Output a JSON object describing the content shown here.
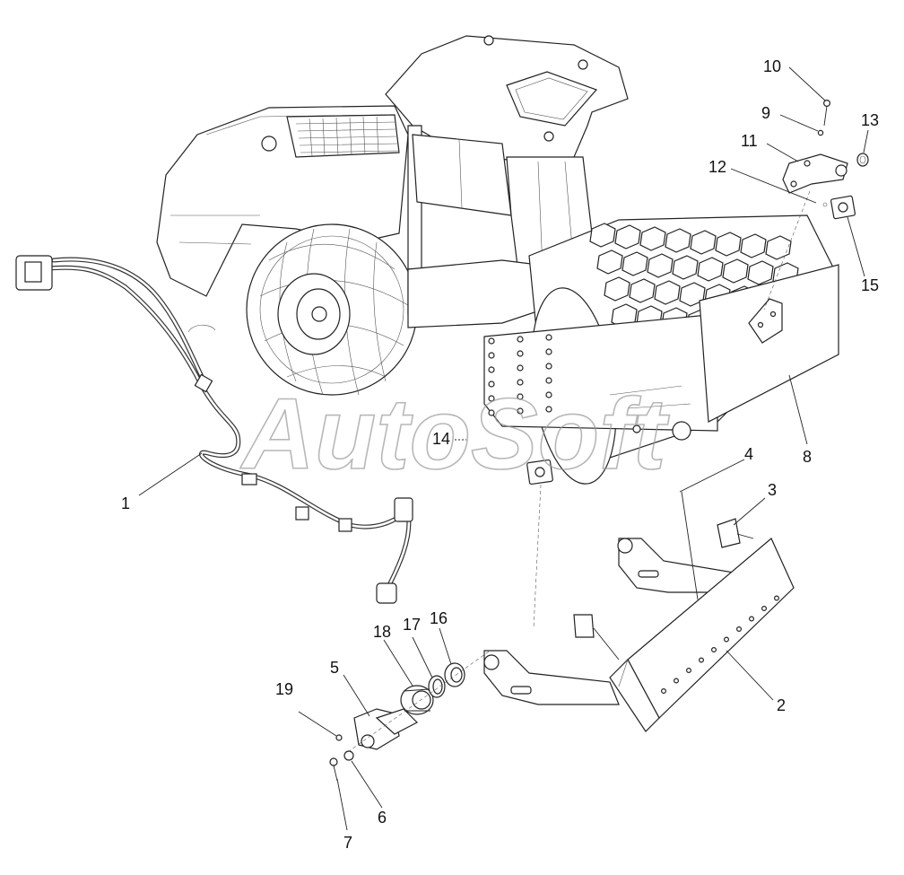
{
  "diagram": {
    "watermark": "AutoSoft",
    "callouts": [
      "1",
      "2",
      "3",
      "4",
      "5",
      "6",
      "7",
      "8",
      "9",
      "10",
      "11",
      "12",
      "13",
      "14",
      "15",
      "16",
      "17",
      "18",
      "19"
    ]
  }
}
